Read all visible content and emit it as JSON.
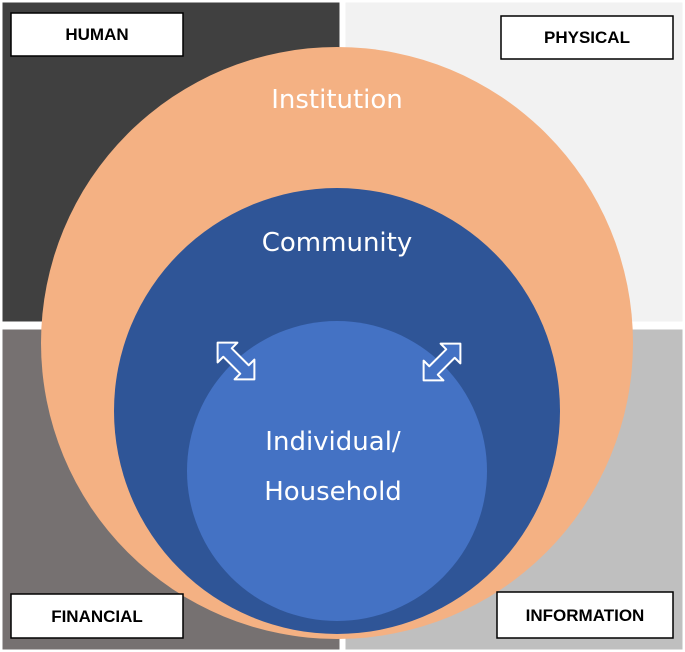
{
  "quadrants": {
    "human": {
      "label": "HUMAN",
      "color": "#404040"
    },
    "physical": {
      "label": "PHYSICAL",
      "color": "#f2f2f2"
    },
    "financial": {
      "label": "FINANCIAL",
      "color": "#767171"
    },
    "information": {
      "label": "INFORMATION",
      "color": "#bfbfbf"
    }
  },
  "circles": {
    "institution": {
      "label": "Institution",
      "color": "#f4b183"
    },
    "community": {
      "label": "Community",
      "color": "#2f5597"
    },
    "individual": {
      "line1": "Individual/",
      "line2": "Household",
      "color": "#4472c4"
    }
  },
  "arrows": {
    "color": "#4472c4",
    "outline": "#ffffff"
  },
  "colors": {
    "quadrant_border": "#ffffff",
    "label_box_border": "#000000",
    "label_box_fill": "#ffffff"
  }
}
